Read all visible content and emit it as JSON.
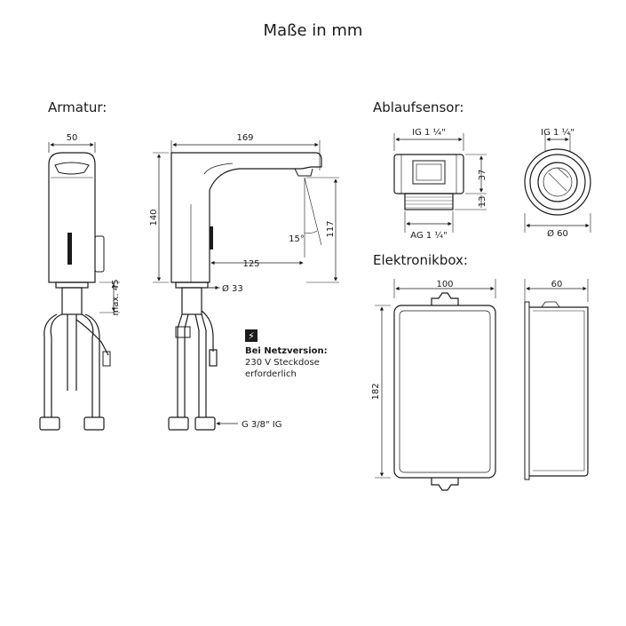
{
  "title": "Maße in mm",
  "sections": {
    "armatur": "Armatur:",
    "ablaufsensor": "Ablaufsensor:",
    "elektronikbox": "Elektronikbox:"
  },
  "armatur": {
    "width_label": "50",
    "depth_label": "169",
    "height_label": "140",
    "spout_height_label": "117",
    "reach_label": "125",
    "angle_label": "15°",
    "max_label": "max. 45",
    "hole_label": "Ø 33",
    "thread_label": "G 3/8\" IG",
    "note_title": "Bei Netzversion:",
    "note_line1": "230 V Steckdose",
    "note_line2": "erforderlich",
    "lightning_icon": "⚡"
  },
  "ablaufsensor": {
    "top_label": "IG 1 ¼\"",
    "bottom_label": "AG 1 ¼\"",
    "height_label": "37",
    "thread_height_label": "13",
    "front_top_label": "IG 1 ¼\"",
    "diameter_label": "Ø 60"
  },
  "elektronikbox": {
    "width_label": "100",
    "height_label": "182",
    "depth_label": "60"
  }
}
